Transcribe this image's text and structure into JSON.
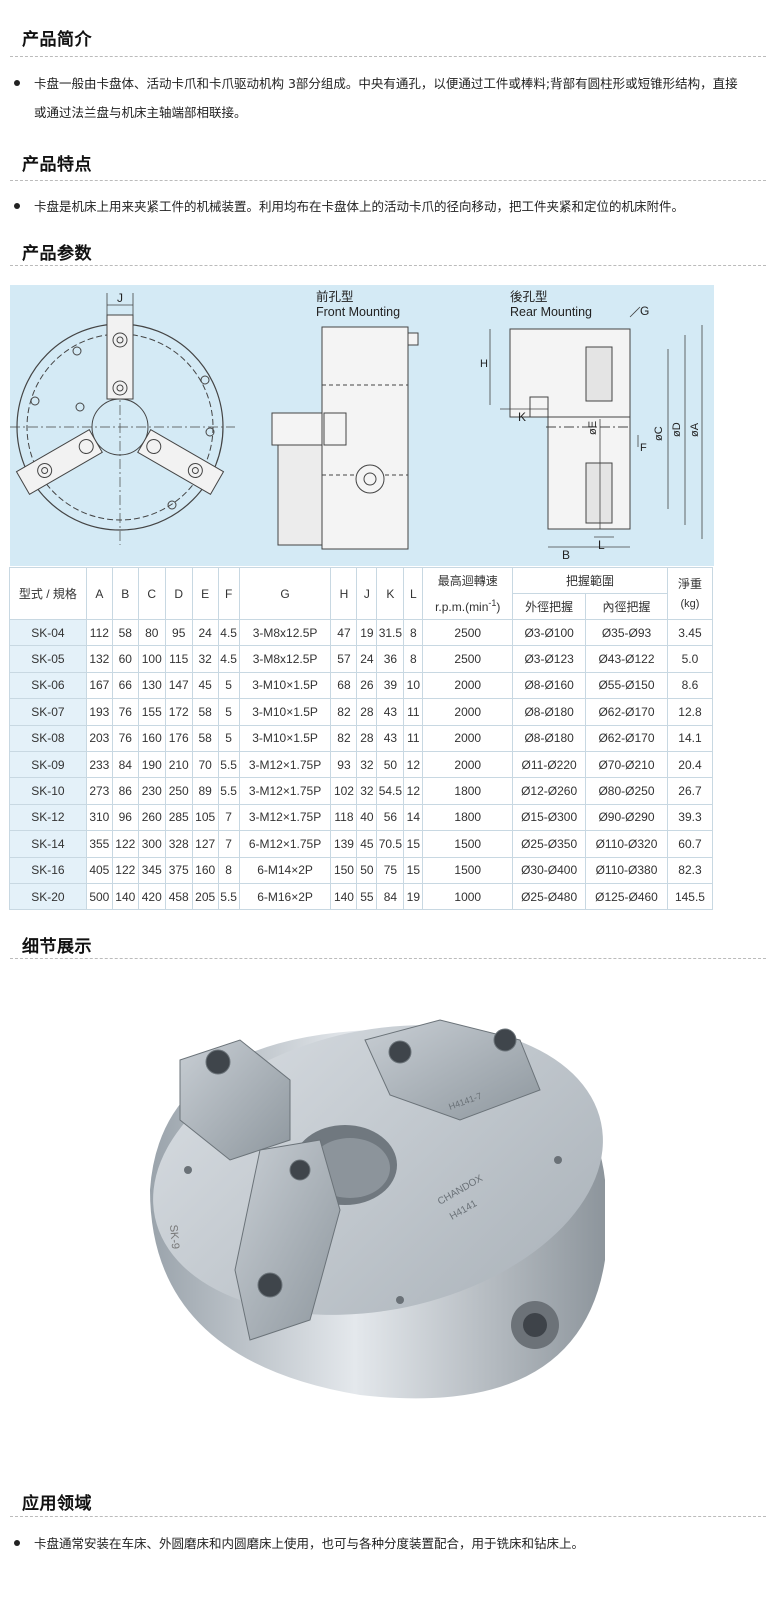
{
  "sections": {
    "intro": {
      "title": "产品简介",
      "lines": [
        "卡盘一般由卡盘体、活动卡爪和卡爪驱动机构 3部分组成。中央有通孔，以便通过工件或棒料;背部有圆柱形或短锥形结构，直接",
        "或通过法兰盘与机床主轴端部相联接。"
      ]
    },
    "features": {
      "title": "产品特点",
      "line": "卡盘是机床上用来夹紧工件的机械装置。利用均布在卡盘体上的活动卡爪的径向移动，把工件夹紧和定位的机床附件。"
    },
    "params": {
      "title": "产品参数"
    },
    "details": {
      "title": "细节展示"
    },
    "application": {
      "title": "应用领域",
      "line": "卡盘通常安装在车床、外圆磨床和内圆磨床上使用，也可与各种分度装置配合，用于铣床和钻床上。"
    }
  },
  "diagram": {
    "front_cn": "前孔型",
    "front_en": "Front Mounting",
    "rear_cn": "後孔型",
    "rear_en": "Rear Mounting",
    "labels": {
      "J": "J",
      "G": "G",
      "H": "H",
      "K": "K",
      "E": "øE",
      "F": "F",
      "C": "øC",
      "D": "øD",
      "A": "øA",
      "B": "B",
      "L": "L"
    }
  },
  "table": {
    "headers": {
      "model": "型式 / 規格",
      "cols": [
        "A",
        "B",
        "C",
        "D",
        "E",
        "F",
        "G",
        "H",
        "J",
        "K",
        "L"
      ],
      "speed": "最高迴轉速",
      "speed_unit": "r.p.m.(min",
      "speed_exp": "-1",
      "speed_close": ")",
      "grip": "把握範圍",
      "grip_outer": "外徑把握",
      "grip_inner": "內徑把握",
      "weight": "淨重",
      "weight_unit": "(kg)"
    },
    "rows": [
      [
        "SK-04",
        "112",
        "58",
        "80",
        "95",
        "24",
        "4.5",
        "3-M8x12.5P",
        "47",
        "19",
        "31.5",
        "8",
        "2500",
        "Ø3-Ø100",
        "Ø35-Ø93",
        "3.45"
      ],
      [
        "SK-05",
        "132",
        "60",
        "100",
        "115",
        "32",
        "4.5",
        "3-M8x12.5P",
        "57",
        "24",
        "36",
        "8",
        "2500",
        "Ø3-Ø123",
        "Ø43-Ø122",
        "5.0"
      ],
      [
        "SK-06",
        "167",
        "66",
        "130",
        "147",
        "45",
        "5",
        "3-M10×1.5P",
        "68",
        "26",
        "39",
        "10",
        "2000",
        "Ø8-Ø160",
        "Ø55-Ø150",
        "8.6"
      ],
      [
        "SK-07",
        "193",
        "76",
        "155",
        "172",
        "58",
        "5",
        "3-M10×1.5P",
        "82",
        "28",
        "43",
        "11",
        "2000",
        "Ø8-Ø180",
        "Ø62-Ø170",
        "12.8"
      ],
      [
        "SK-08",
        "203",
        "76",
        "160",
        "176",
        "58",
        "5",
        "3-M10×1.5P",
        "82",
        "28",
        "43",
        "11",
        "2000",
        "Ø8-Ø180",
        "Ø62-Ø170",
        "14.1"
      ],
      [
        "SK-09",
        "233",
        "84",
        "190",
        "210",
        "70",
        "5.5",
        "3-M12×1.75P",
        "93",
        "32",
        "50",
        "12",
        "2000",
        "Ø11-Ø220",
        "Ø70-Ø210",
        "20.4"
      ],
      [
        "SK-10",
        "273",
        "86",
        "230",
        "250",
        "89",
        "5.5",
        "3-M12×1.75P",
        "102",
        "32",
        "54.5",
        "12",
        "1800",
        "Ø12-Ø260",
        "Ø80-Ø250",
        "26.7"
      ],
      [
        "SK-12",
        "310",
        "96",
        "260",
        "285",
        "105",
        "7",
        "3-M12×1.75P",
        "118",
        "40",
        "56",
        "14",
        "1800",
        "Ø15-Ø300",
        "Ø90-Ø290",
        "39.3"
      ],
      [
        "SK-14",
        "355",
        "122",
        "300",
        "328",
        "127",
        "7",
        "6-M12×1.75P",
        "139",
        "45",
        "70.5",
        "15",
        "1500",
        "Ø25-Ø350",
        "Ø110-Ø320",
        "60.7"
      ],
      [
        "SK-16",
        "405",
        "122",
        "345",
        "375",
        "160",
        "8",
        "6-M14×2P",
        "150",
        "50",
        "75",
        "15",
        "1500",
        "Ø30-Ø400",
        "Ø110-Ø380",
        "82.3"
      ],
      [
        "SK-20",
        "500",
        "140",
        "420",
        "458",
        "205",
        "5.5",
        "6-M16×2P",
        "140",
        "55",
        "84",
        "19",
        "1000",
        "Ø25-Ø480",
        "Ø125-Ø460",
        "145.5"
      ]
    ]
  },
  "photo": {
    "marking_body": "SK-9",
    "marking_brand": "CHANDOX",
    "marking_model": "H4141",
    "marking_jaw": "H4141-7"
  }
}
